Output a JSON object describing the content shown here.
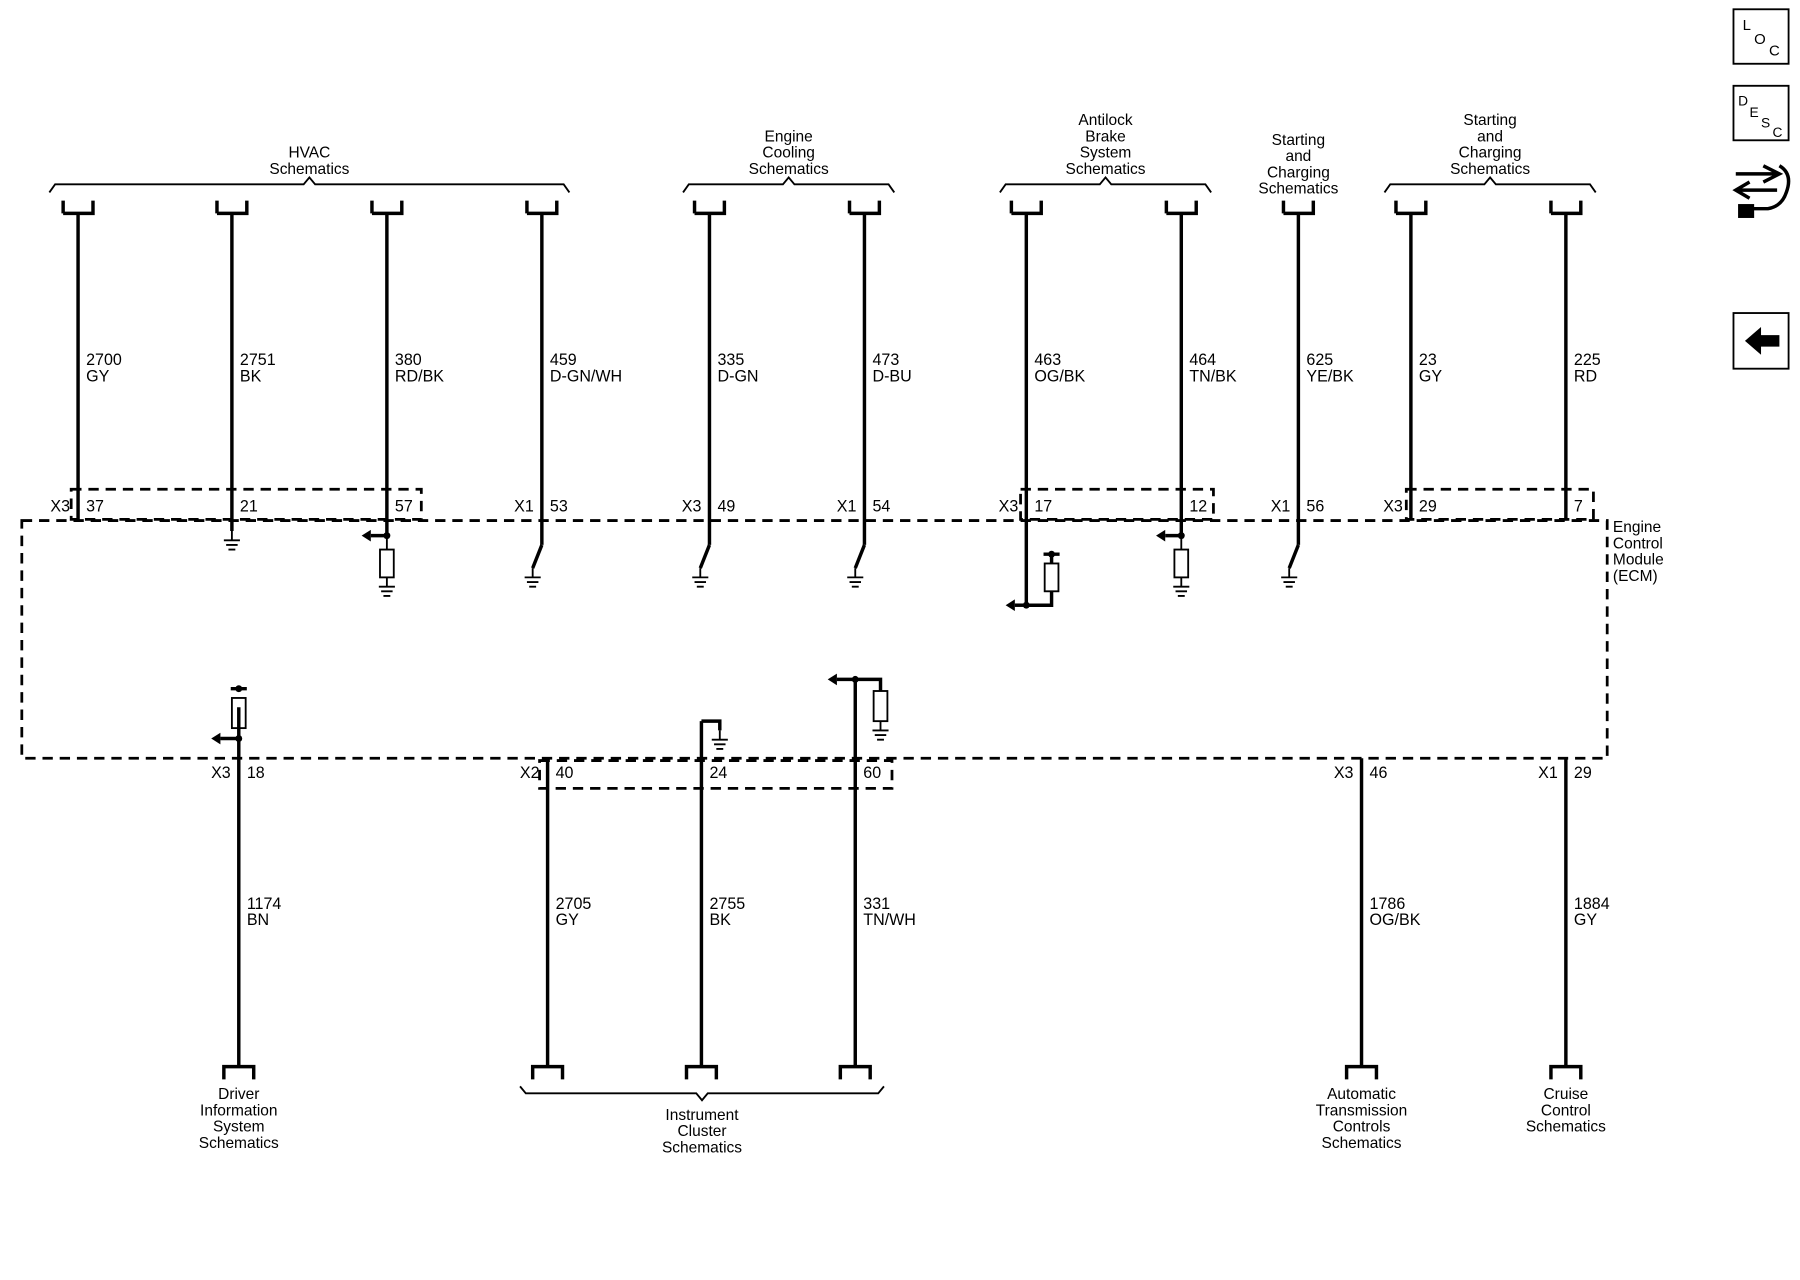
{
  "groups_top": [
    {
      "lines": [
        "HVAC",
        "Schematics"
      ]
    },
    {
      "lines": [
        "Engine",
        "Cooling",
        "Schematics"
      ]
    },
    {
      "lines": [
        "Antilock",
        "Brake",
        "System",
        "Schematics"
      ]
    },
    {
      "lines": [
        "Starting",
        "and",
        "Charging",
        "Schematics"
      ]
    },
    {
      "lines": [
        "Starting",
        "and",
        "Charging",
        "Schematics"
      ]
    }
  ],
  "groups_bottom": [
    {
      "lines": [
        "Driver",
        "Information",
        "System",
        "Schematics"
      ]
    },
    {
      "lines": [
        "Instrument",
        "Cluster",
        "Schematics"
      ]
    },
    {
      "lines": [
        "Automatic",
        "Transmission",
        "Controls",
        "Schematics"
      ]
    },
    {
      "lines": [
        "Cruise",
        "Control",
        "Schematics"
      ]
    }
  ],
  "wires_top": [
    {
      "circuit": "2700",
      "color": "GY",
      "connector": "X3",
      "pin": "37"
    },
    {
      "circuit": "2751",
      "color": "BK",
      "connector": "",
      "pin": "21"
    },
    {
      "circuit": "380",
      "color": "RD/BK",
      "connector": "",
      "pin": "57"
    },
    {
      "circuit": "459",
      "color": "D-GN/WH",
      "connector": "X1",
      "pin": "53"
    },
    {
      "circuit": "335",
      "color": "D-GN",
      "connector": "X3",
      "pin": "49"
    },
    {
      "circuit": "473",
      "color": "D-BU",
      "connector": "X1",
      "pin": "54"
    },
    {
      "circuit": "463",
      "color": "OG/BK",
      "connector": "X3",
      "pin": "17"
    },
    {
      "circuit": "464",
      "color": "TN/BK",
      "connector": "",
      "pin": "12"
    },
    {
      "circuit": "625",
      "color": "YE/BK",
      "connector": "X1",
      "pin": "56"
    },
    {
      "circuit": "23",
      "color": "GY",
      "connector": "X3",
      "pin": "29"
    },
    {
      "circuit": "225",
      "color": "RD",
      "connector": "",
      "pin": "7"
    }
  ],
  "wires_bottom": [
    {
      "circuit": "1174",
      "color": "BN",
      "connector": "X3",
      "pin": "18"
    },
    {
      "circuit": "2705",
      "color": "GY",
      "connector": "X2",
      "pin": "40"
    },
    {
      "circuit": "2755",
      "color": "BK",
      "connector": "",
      "pin": "24"
    },
    {
      "circuit": "331",
      "color": "TN/WH",
      "connector": "",
      "pin": "60"
    },
    {
      "circuit": "1786",
      "color": "OG/BK",
      "connector": "X3",
      "pin": "46"
    },
    {
      "circuit": "1884",
      "color": "GY",
      "connector": "X1",
      "pin": "29"
    }
  ],
  "module": {
    "lines": [
      "Engine",
      "Control",
      "Module",
      "(ECM)"
    ]
  },
  "side_nav": {
    "loc": {
      "l1": "L",
      "l2": "O",
      "l3": "C"
    },
    "desc": {
      "l1": "D",
      "l2": "E",
      "l3": "S",
      "l4": "C"
    },
    "icons": [
      "connector-end-view-icon",
      "back-arrow-icon"
    ]
  }
}
